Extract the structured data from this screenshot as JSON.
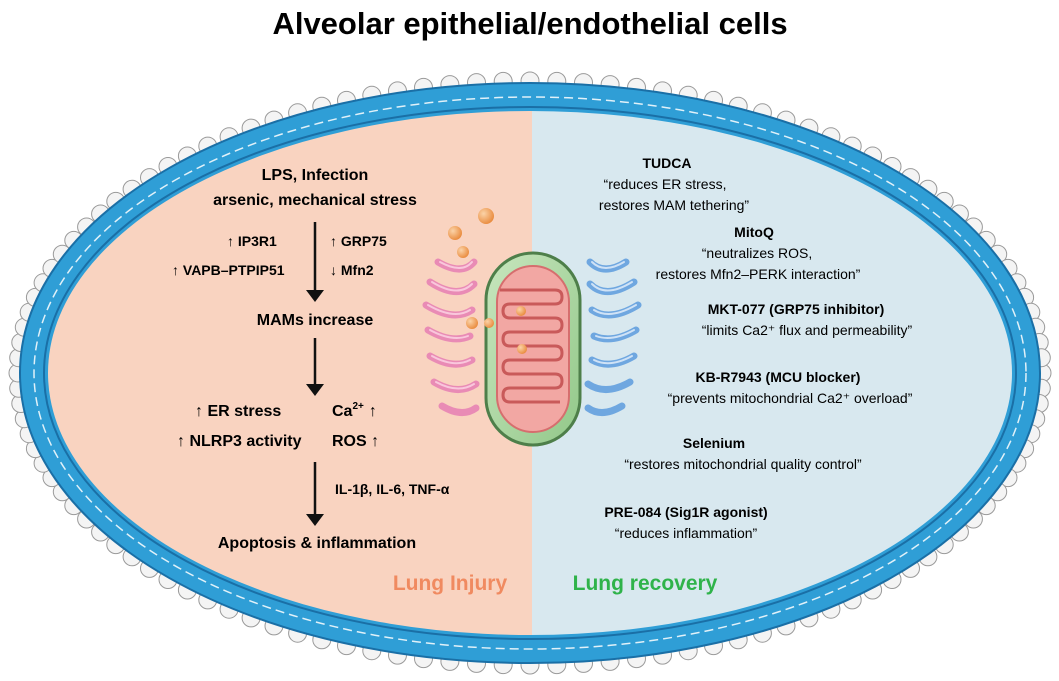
{
  "title": "Alveolar epithelial/endothelial cells",
  "injury": {
    "trigger_line1": "LPS, Infection",
    "trigger_line2": "arsenic, mechanical stress",
    "up_ip3r1": "↑  IP3R1",
    "up_grp75": "↑  GRP75",
    "up_vapb": "↑ VAPB–PTPIP51",
    "down_mfn2": "↓  Mfn2",
    "mams": "MAMs increase",
    "er_stress": "↑ ER stress",
    "ca_label": "Ca",
    "ca_sup": "2+",
    "ca_arrow": "↑",
    "nlrp3": "↑ NLRP3 activity",
    "ros": "ROS ↑",
    "cytokines": "IL-1β, IL-6, TNF-α",
    "outcome": "Apoptosis & inflammation",
    "label": "Lung Injury"
  },
  "recovery": {
    "label": "Lung recovery",
    "drugs": [
      {
        "name": "TUDCA",
        "desc1": "“reduces ER stress,",
        "desc2": "restores MAM tethering”"
      },
      {
        "name": "MitoQ",
        "desc1": "“neutralizes ROS,",
        "desc2": "restores Mfn2–PERK interaction”"
      },
      {
        "name": "MKT-077 (GRP75 inhibitor)",
        "desc1": "“limits Ca2⁺ flux and permeability”"
      },
      {
        "name": "KB-R7943 (MCU blocker)",
        "desc1": "“prevents mitochondrial Ca2⁺ overload”"
      },
      {
        "name": "Selenium",
        "desc1": "“restores mitochondrial quality control”"
      },
      {
        "name": "PRE-084 (Sig1R agonist)",
        "desc1": "“reduces inflammation”"
      }
    ]
  },
  "colors": {
    "membrane": "#2f9ed6",
    "membrane_dark": "#1a6fa6",
    "injury_bg": "#f9d3c0",
    "recovery_bg": "#d8e8ef",
    "injury_label": "#f08a60",
    "recovery_label": "#2fb34a",
    "mito_outer": "#a9d7a0",
    "mito_inner": "#f2a7a3",
    "er_pink": "#f0a0c4",
    "er_blue": "#7fb3e6",
    "droplet": "#f0a060"
  }
}
